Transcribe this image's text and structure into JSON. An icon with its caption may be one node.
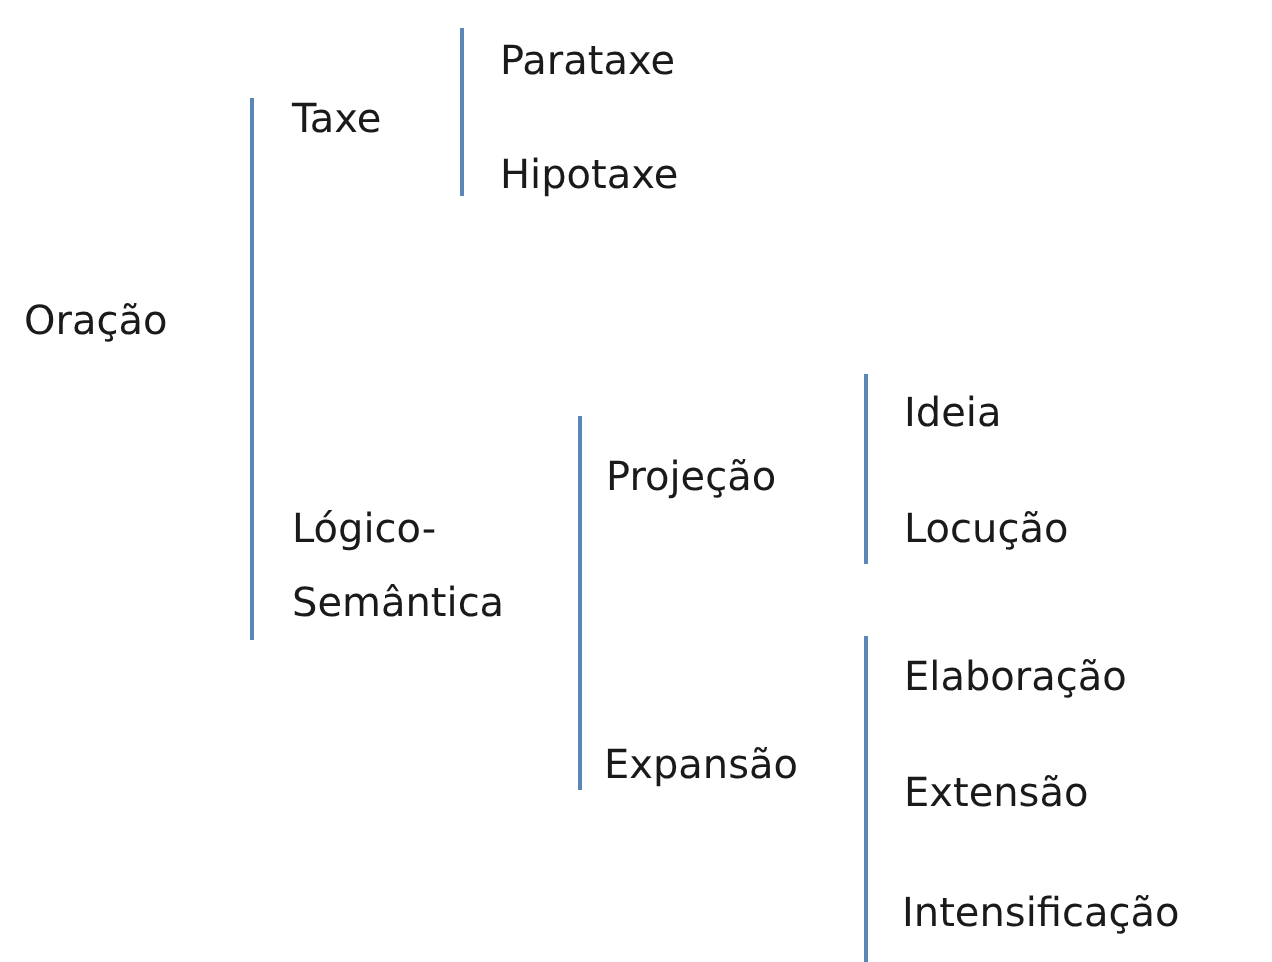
{
  "diagram": {
    "labels": [
      "Oração",
      "Taxe",
      "Parataxe",
      "Hipotaxe",
      "Lógico-Semântica",
      "Projeção",
      "Ideia",
      "Locução",
      "Expansão",
      "Elaboração",
      "Extensão",
      "Intensificação"
    ]
  }
}
